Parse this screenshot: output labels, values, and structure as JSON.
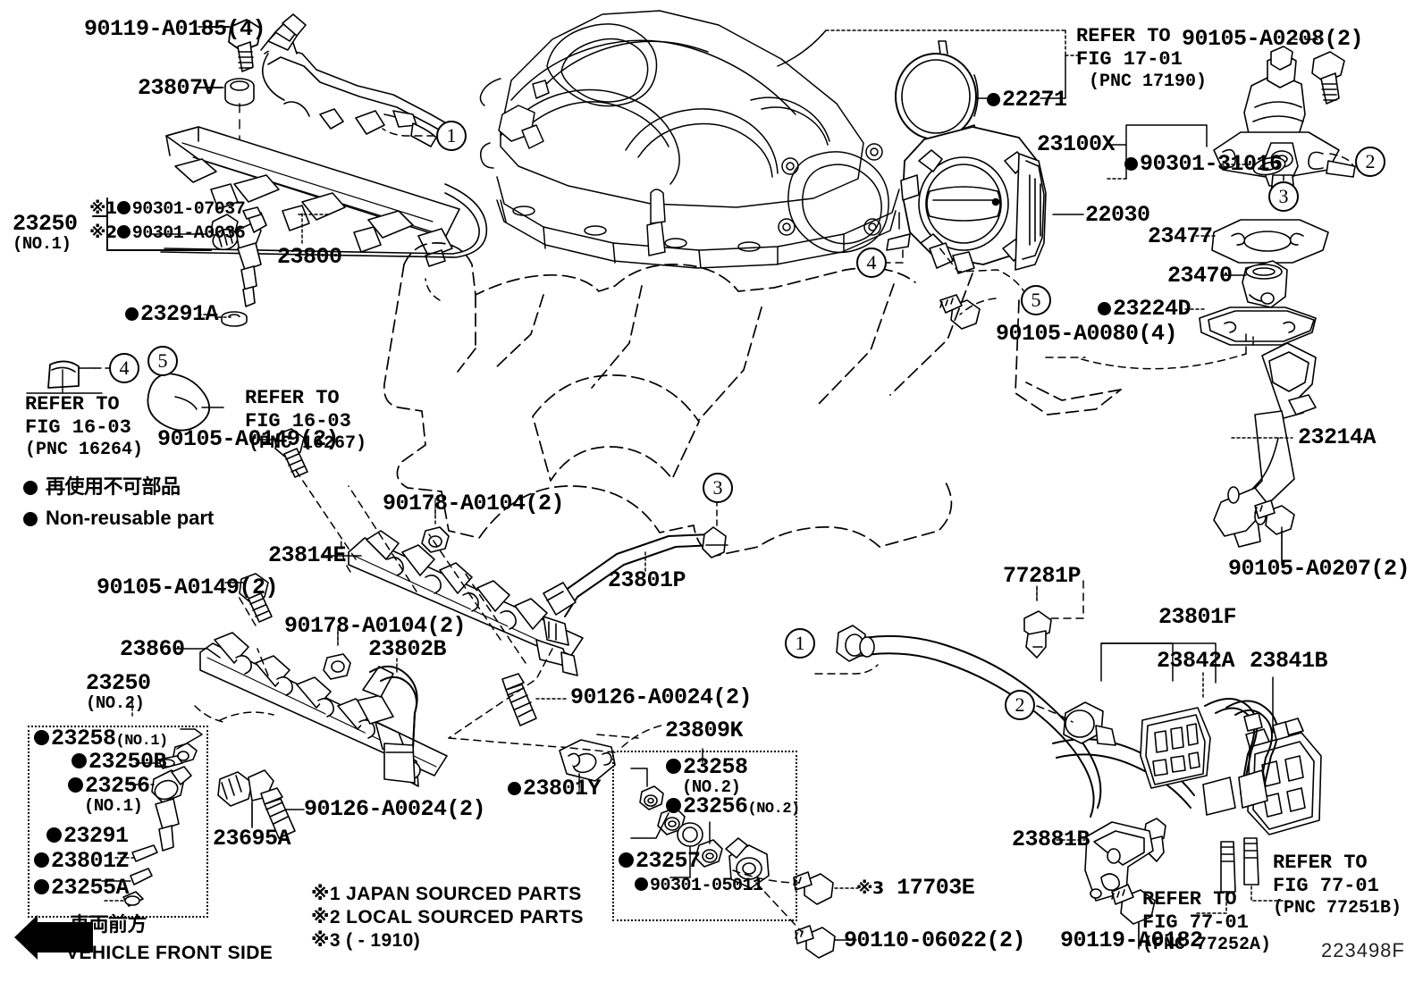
{
  "diagram": {
    "drawing_number": "223498F",
    "legend_jp": "再使用不可部品",
    "legend_en": "Non-reusable part",
    "front_arrow_jp": "車両前方",
    "front_arrow_en": "VEHICLE FRONT SIDE",
    "notes": [
      "※1 JAPAN SOURCED PARTS",
      "※2 LOCAL SOURCED PARTS",
      "※3 (      - 1910)"
    ]
  },
  "labels": {
    "p90119_a0185": "90119-A0185(4)",
    "p23807v": "23807V",
    "p23250_no1": "23250",
    "p23250_no1_sub": "(NO.1)",
    "m1_90301_07037": "90301-07037",
    "m2_90301_a0036": "90301-A0036",
    "mark1": "※1",
    "mark2": "※2",
    "mark3": "※3",
    "p23800": "23800",
    "p23291a": "23291A",
    "p22271": "22271",
    "p23100x": "23100X",
    "p22030": "22030",
    "p90105_a0208": "90105-A0208(2)",
    "p90301_31016": "90301-31016",
    "p23477": "23477",
    "p23470": "23470",
    "p23224d": "23224D",
    "p90105_a0080": "90105-A0080(4)",
    "p23214a": "23214A",
    "p90105_a0207": "90105-A0207(2)",
    "p90105_a0149_a": "90105-A0149(2)",
    "p90105_a0149_b": "90105-A0149(2)",
    "p90178_a0104_a": "90178-A0104(2)",
    "p90178_a0104_b": "90178-A0104(2)",
    "p23814e": "23814E",
    "p23801p": "23801P",
    "p23802b": "23802B",
    "p23860": "23860",
    "p23250_no2": "23250",
    "p23250_no2_sub": "(NO.2)",
    "p90126_a0024_a": "90126-A0024(2)",
    "p90126_a0024_b": "90126-A0024(2)",
    "p23695a": "23695A",
    "p23801y": "23801Y",
    "p23809k": "23809K",
    "p17703e": "17703E",
    "p90110_06022": "90110-06022(2)",
    "p77281p": "77281P",
    "p23801f": "23801F",
    "p23842a": "23842A",
    "p23841b": "23841B",
    "p23881b": "23881B",
    "p90119_a0182": "90119-A0182"
  },
  "refer_blocks": {
    "fig17_01": {
      "line1": "REFER TO",
      "line2": "FIG 17-01",
      "line3": "(PNC 17190)"
    },
    "fig16_03_a": {
      "line1": "REFER TO",
      "line2": "FIG 16-03",
      "line3": "(PNC 16264)"
    },
    "fig16_03_b": {
      "line1": "REFER TO",
      "line2": "FIG 16-03",
      "line3": "(PNC 16267)"
    },
    "fig77_01_a": {
      "line1": "REFER TO",
      "line2": "FIG 77-01",
      "line3": "(PNC 77252A)"
    },
    "fig77_01_b": {
      "line1": "REFER TO",
      "line2": "FIG 77-01",
      "line3": "(PNC 77251B)"
    }
  },
  "callouts": {
    "c1_top": "1",
    "c2_top": "2",
    "c3_top": "3",
    "c4_left": "4",
    "c5_left": "5",
    "c4_mid": "4",
    "c5_mid": "5",
    "c3_mid": "3",
    "c1_bottom": "1",
    "c2_bottom": "2"
  },
  "injector_box_no1": {
    "title": "23250",
    "title_sub": "(NO.2)",
    "items": [
      {
        "code": "23258",
        "suffix": "(NO.1)"
      },
      {
        "code": "23250B",
        "suffix": ""
      },
      {
        "code": "23256",
        "suffix": "(NO.1)"
      },
      {
        "code": "23291",
        "suffix": ""
      },
      {
        "code": "23801Z",
        "suffix": ""
      },
      {
        "code": "23255A",
        "suffix": ""
      }
    ]
  },
  "injector_box_no2": {
    "title": "23809K",
    "items": [
      {
        "code": "23258",
        "suffix": "(NO.2)"
      },
      {
        "code": "23256",
        "suffix": "(NO.2)"
      },
      {
        "code": "23257",
        "suffix": ""
      },
      {
        "code": "90301-05011",
        "suffix": ""
      }
    ]
  }
}
